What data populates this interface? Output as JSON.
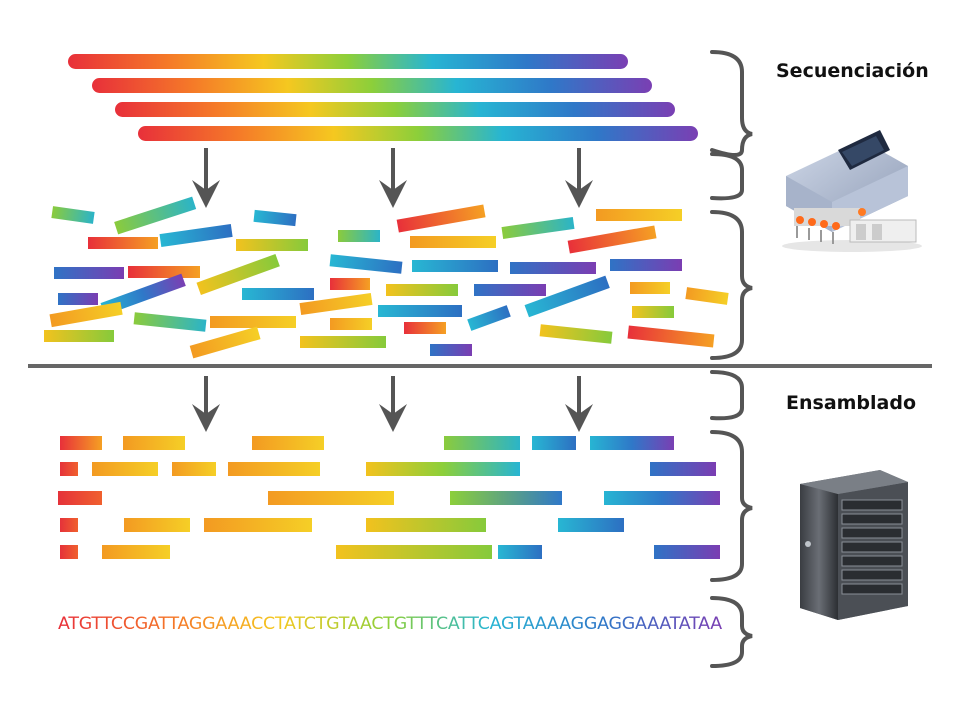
{
  "labels": {
    "sequencing": "Secuenciación",
    "assembly": "Ensamblado"
  },
  "sequence": "ATGTTCCGATTAGGAAACCTATCTGTAACTGTTTCATTCAGTAAAAGGAGGAAATATAA",
  "icons": {
    "sequencer": "dna-sequencer-machine-icon",
    "computer": "tower-server-computer-icon"
  },
  "colors": {
    "divider": "#666666",
    "brace": "#555555",
    "arrow": "#555555",
    "label": "#111111",
    "spectrum": [
      "#e8303a",
      "#f57a28",
      "#f5c820",
      "#8ccf3a",
      "#27b5d3",
      "#2f78c8",
      "#7a3fb3"
    ]
  }
}
